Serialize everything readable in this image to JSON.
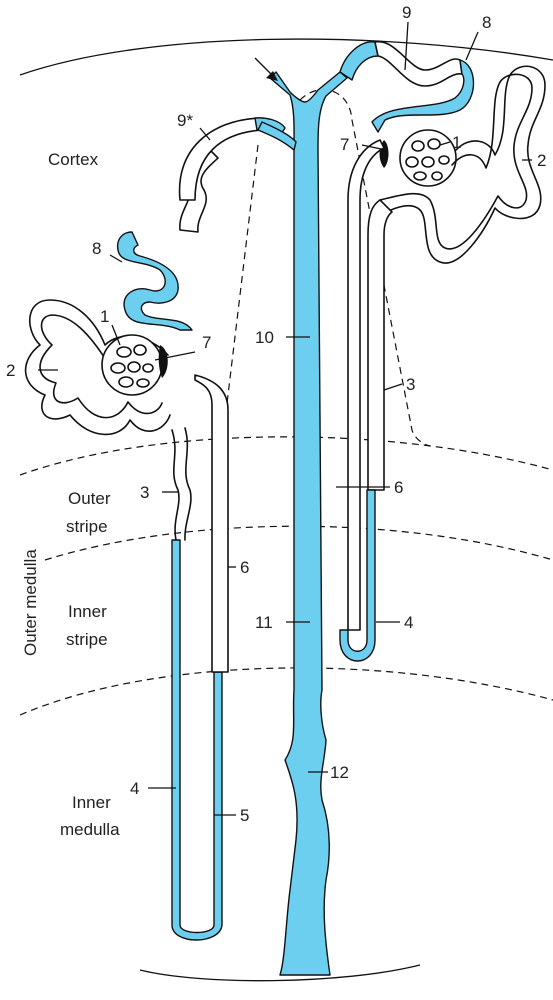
{
  "zones": {
    "cortex": "Cortex",
    "outer_medulla": "Outer medulla",
    "outer_stripe_1": "Outer",
    "outer_stripe_2": "stripe",
    "inner_stripe_1": "Inner",
    "inner_stripe_2": "stripe",
    "inner_medulla_1": "Inner",
    "inner_medulla_2": "medulla"
  },
  "callouts": {
    "n1a": "1",
    "n2a": "2",
    "n3a": "3",
    "n4a": "4",
    "n5": "5",
    "n6a": "6",
    "n7a": "7",
    "n8a": "8",
    "n9star": "9*",
    "n10": "10",
    "n11": "11",
    "n12": "12",
    "n1b": "1",
    "n2b": "2",
    "n3b": "3",
    "n4b": "4",
    "n6b": "6",
    "n7b": "7",
    "n8b": "8",
    "n9": "9"
  },
  "colors": {
    "segment_fill": "#6dcff0",
    "outline": "#111111",
    "background": "#ffffff"
  }
}
